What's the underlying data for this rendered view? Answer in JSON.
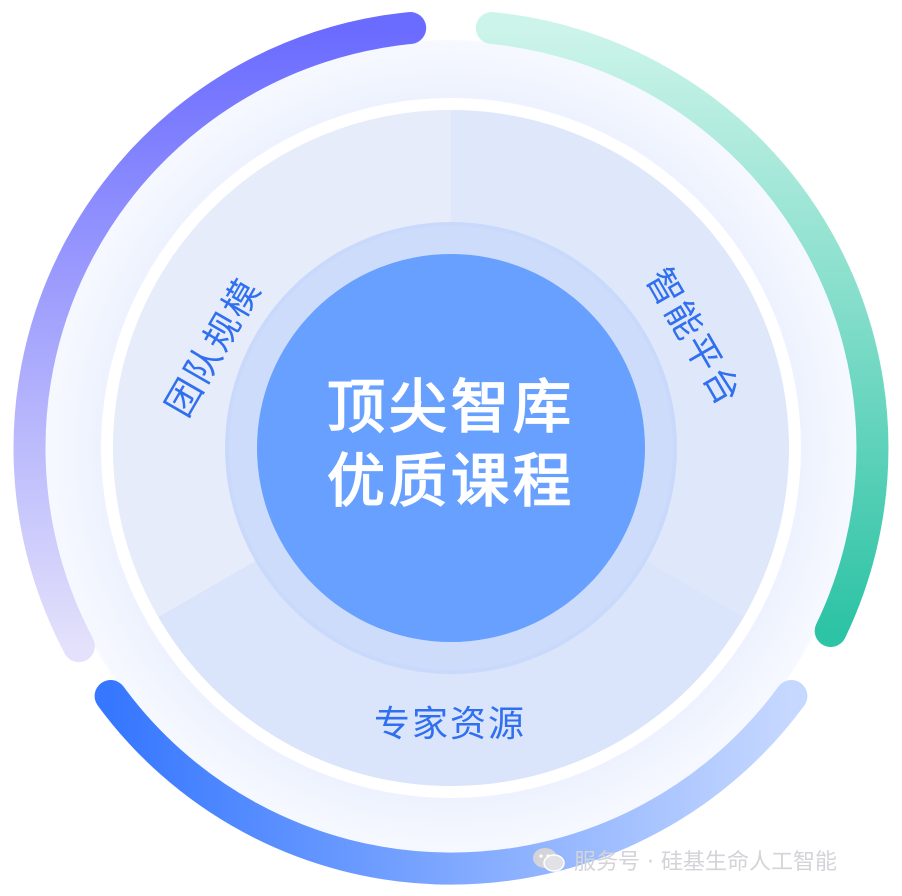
{
  "center": {
    "line1": "顶尖智库",
    "line2": "优质课程"
  },
  "segments": {
    "team_scale": "团队规模",
    "smart_platform": "智能平台",
    "expert_resources": "专家资源"
  },
  "watermark": {
    "text": "服务号 · 硅基生命人工智能",
    "icon": "wechat-icon"
  },
  "colors": {
    "outer_arc_purple_start": "#6a6bff",
    "outer_arc_purple_end": "#e3e1fb",
    "outer_arc_green_start": "#2dc3a5",
    "outer_arc_green_end": "#cdf4ea",
    "outer_arc_blue_start": "#3677ff",
    "outer_arc_blue_end": "#c6d8ff",
    "center_circle": "#67a0ff",
    "label_blue": "#2f6ff0"
  }
}
